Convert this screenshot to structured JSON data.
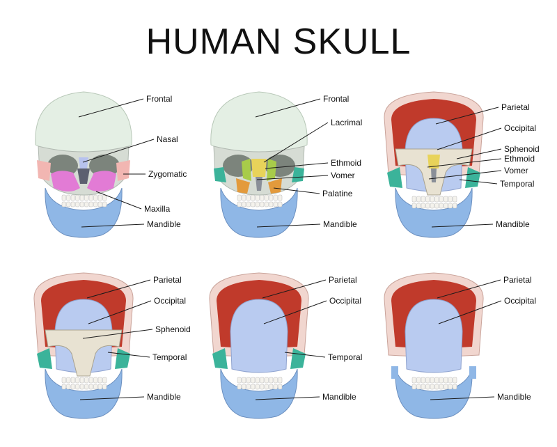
{
  "title": "HUMAN SKULL",
  "colors": {
    "frontal": "#e4efe4",
    "nasal": "#b7c2ee",
    "zygomatic": "#f2b6b2",
    "maxilla": "#e27bd5",
    "mandible": "#8fb7e6",
    "parietal": "#c03a2b",
    "occipital": "#b9cbf0",
    "sphenoid": "#e8e2d2",
    "ethmoid": "#e8d35a",
    "lacrimal": "#a8cc4a",
    "palatine": "#e39a3c",
    "temporal": "#3bb39a",
    "leader": "#1a1a1a"
  },
  "panels": [
    {
      "id": "p1",
      "kind": "front",
      "labels": [
        {
          "text": "Frontal"
        },
        {
          "text": "Nasal"
        },
        {
          "text": "Zygomatic"
        },
        {
          "text": "Maxilla"
        },
        {
          "text": "Mandible"
        }
      ]
    },
    {
      "id": "p2",
      "kind": "front-inner",
      "labels": [
        {
          "text": "Frontal"
        },
        {
          "text": "Lacrimal"
        },
        {
          "text": "Ethmoid"
        },
        {
          "text": "Vomer"
        },
        {
          "text": "Palatine"
        },
        {
          "text": "Mandible"
        }
      ]
    },
    {
      "id": "p3",
      "kind": "cut-1",
      "labels": [
        {
          "text": "Parietal"
        },
        {
          "text": "Occipital"
        },
        {
          "text": "Sphenoid"
        },
        {
          "text": "Ethmoid"
        },
        {
          "text": "Vomer"
        },
        {
          "text": "Temporal"
        },
        {
          "text": "Mandible"
        }
      ]
    },
    {
      "id": "p4",
      "kind": "cut-2",
      "labels": [
        {
          "text": "Parietal"
        },
        {
          "text": "Occipital"
        },
        {
          "text": "Sphenoid"
        },
        {
          "text": "Temporal"
        },
        {
          "text": "Mandible"
        }
      ]
    },
    {
      "id": "p5",
      "kind": "cut-3",
      "labels": [
        {
          "text": "Parietal"
        },
        {
          "text": "Occipital"
        },
        {
          "text": "Temporal"
        },
        {
          "text": "Mandible"
        }
      ]
    },
    {
      "id": "p6",
      "kind": "cut-4",
      "labels": [
        {
          "text": "Parietal"
        },
        {
          "text": "Occipital"
        },
        {
          "text": "Mandible"
        }
      ]
    }
  ]
}
